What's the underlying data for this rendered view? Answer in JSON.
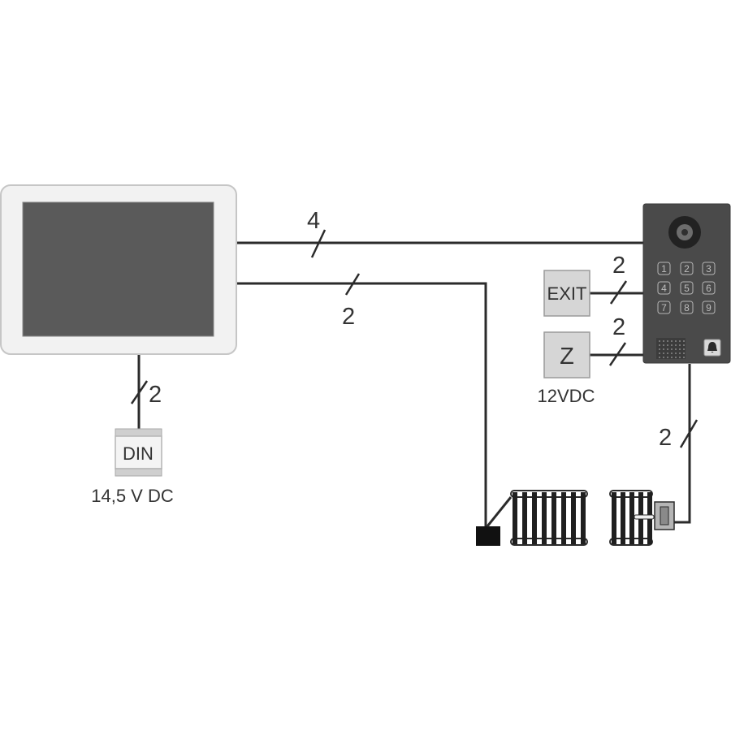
{
  "diagram": {
    "wire_counts": {
      "monitor_to_panel": "4",
      "monitor_to_gate": "2",
      "monitor_to_din": "2",
      "exit_to_panel": "2",
      "lock_to_panel": "2",
      "panel_to_wicket": "2"
    },
    "din_module": {
      "label": "DIN",
      "voltage": "14,5 V DC"
    },
    "exit_button": {
      "label": "EXIT"
    },
    "lock_supply": {
      "label": "Z",
      "voltage": "12VDC"
    },
    "keypad": {
      "keys": [
        "1",
        "2",
        "3",
        "4",
        "5",
        "6",
        "7",
        "8",
        "9"
      ]
    },
    "colors": {
      "wire": "#2b2b2b",
      "monitor_frame": "#f2f2f2",
      "monitor_screen": "#5a5a5a",
      "panel": "#4a4a4a",
      "module_fill": "#d6d6d6"
    }
  }
}
